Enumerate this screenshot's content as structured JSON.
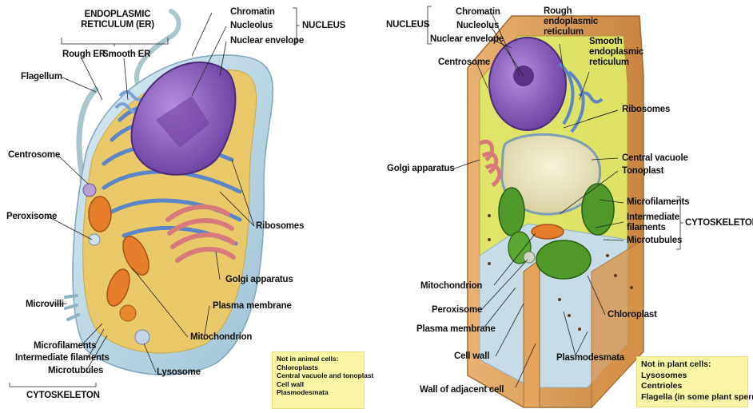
{
  "animal": {
    "er_title": "ENDOPLASMIC\nRETICULUM (ER)",
    "rough_er": "Rough ER",
    "smooth_er": "Smooth ER",
    "flagellum": "Flagellum",
    "centrosome": "Centrosome",
    "peroxisome": "Peroxisome",
    "microvilli": "Microvilli",
    "microfilaments": "Microfilaments",
    "intermediate_filaments": "Intermediate filaments",
    "microtubules": "Microtubules",
    "cytoskeleton": "CYTOSKELETON",
    "chromatin": "Chromatin",
    "nucleolus": "Nucleolus",
    "nuclear_envelope": "Nuclear envelope",
    "nucleus": "NUCLEUS",
    "ribosomes": "Ribosomes",
    "golgi": "Golgi apparatus",
    "plasma_membrane": "Plasma membrane",
    "mitochondrion": "Mitochondrion",
    "lysosome": "Lysosome",
    "note_title": "Not in animal cells:",
    "note_items": [
      "Chloroplasts",
      "Central vacuole and tonoplast",
      "Cell wall",
      "Plasmodesmata"
    ]
  },
  "plant": {
    "nucleus": "NUCLEUS",
    "chromatin": "Chromatin",
    "nucleolus": "Nucleolus",
    "nuclear_envelope": "Nuclear envelope",
    "centrosome": "Centrosome",
    "rough_er": "Rough\nendoplasmic\nreticulum",
    "smooth_er": "Smooth\nendoplasmic\nreticulum",
    "ribosomes": "Ribosomes",
    "central_vacuole": "Central vacuole",
    "tonoplast": "Tonoplast",
    "golgi": "Golgi apparatus",
    "microfilaments": "Microfilaments",
    "intermediate_filaments": "Intermediate\nfilaments",
    "microtubules": "Microtubules",
    "cytoskeleton": "CYTOSKELETON",
    "mitochondrion": "Mitochondrion",
    "peroxisome": "Peroxisome",
    "plasma_membrane": "Plasma membrane",
    "cell_wall": "Cell wall",
    "wall_adjacent": "Wall of adjacent cell",
    "plasmodesmata": "Plasmodesmata",
    "chloroplast": "Chloroplast",
    "note_title": "Not in plant cells:",
    "note_items": [
      "Lysosomes",
      "Centrioles",
      "Flagella (in some plant sperm)"
    ]
  },
  "colors": {
    "cytoplasm": "#e9c96a",
    "nucleus": "#8f5fc0",
    "er": "#5c86c8",
    "mitochondrion": "#e67d2a",
    "golgi": "#d97a7a",
    "chloroplast": "#4f9a2a",
    "cell_wall": "#d6974e",
    "vacuole": "#e9e3b8",
    "note_bg": "#fbf6a6"
  }
}
